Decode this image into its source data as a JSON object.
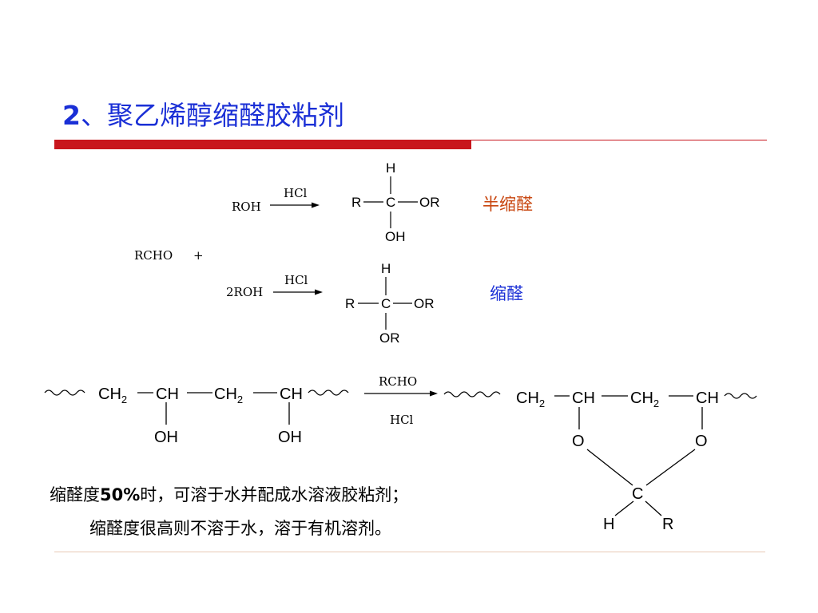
{
  "slide": {
    "title_number": "2",
    "title_text": "、聚乙烯醇缩醛胶粘剂"
  },
  "reaction1": {
    "reagent_left": "RCHO",
    "plus": "+",
    "upper": {
      "reactant": "ROH",
      "catalyst": "HCl",
      "product": {
        "top": "H",
        "left": "R",
        "center": "C",
        "right": "OR",
        "bottom": "OH"
      },
      "name": "半缩醛",
      "name_color": "#c8460f"
    },
    "lower": {
      "reactant": "2ROH",
      "catalyst": "HCl",
      "product": {
        "top": "H",
        "left": "R",
        "center": "C",
        "right": "OR",
        "bottom": "OR"
      },
      "name": "缩醛",
      "name_color": "#1a2fd6"
    }
  },
  "reaction2": {
    "reactant": {
      "groups": [
        "CH2",
        "CH",
        "CH2",
        "CH"
      ],
      "subs": [
        "OH",
        "OH"
      ]
    },
    "reagent_above": "RCHO",
    "reagent_below": "HCl",
    "product": {
      "groups": [
        "CH2",
        "CH",
        "CH2",
        "CH"
      ],
      "ring_o": [
        "O",
        "O"
      ],
      "ring_c": "C",
      "ring_h": "H",
      "ring_r": "R"
    }
  },
  "notes": {
    "line1_prefix": "缩醛度",
    "line1_pct": "50%",
    "line1_suffix": "时，可溶于水并配成水溶液胶粘剂；",
    "line2": "缩醛度很高则不溶于水，溶于有机溶剂。"
  }
}
